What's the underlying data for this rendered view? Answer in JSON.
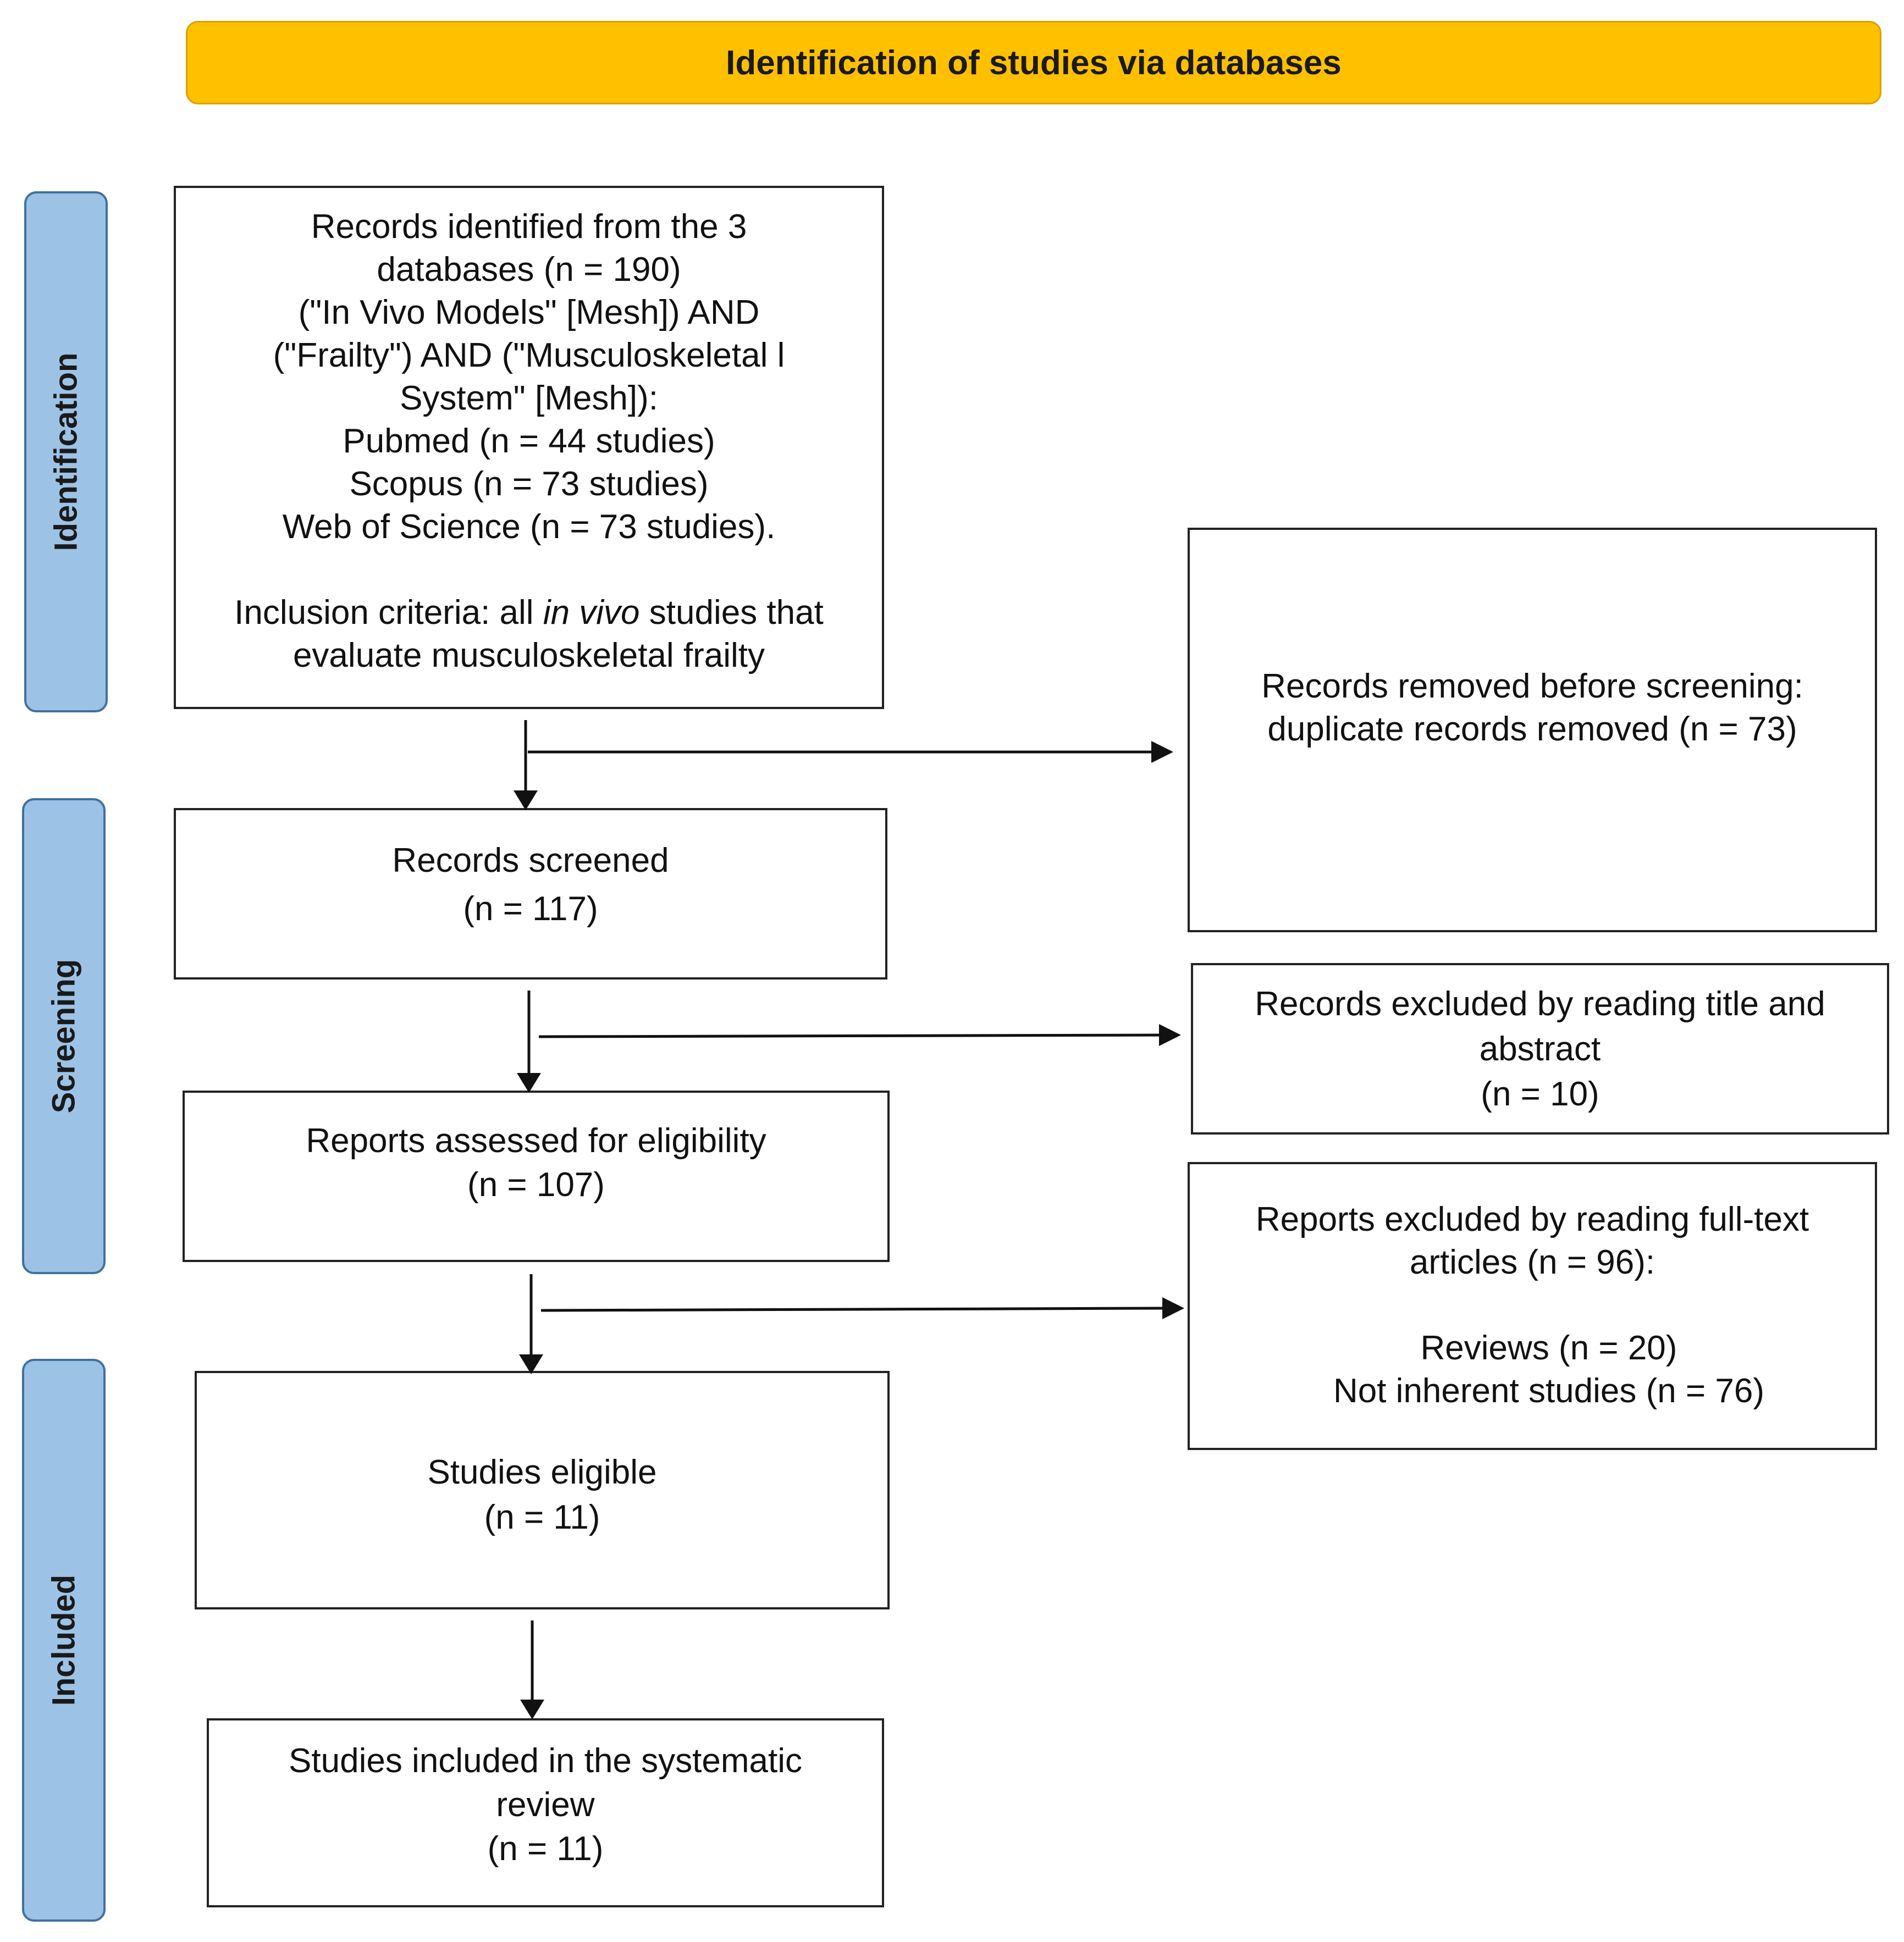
{
  "header": {
    "title": "Identification of studies via databases"
  },
  "phases": {
    "identification": "Identification",
    "screening": "Screening",
    "included": "Included"
  },
  "records_identified": {
    "line1": "Records identified from the 3",
    "line2": "databases (n = 190)",
    "line3": "(\"In Vivo Models\" [Mesh]) AND",
    "line4": "(\"Frailty\") AND (\"Musculoskeletal l",
    "line5": "System\" [Mesh]):",
    "line6": "Pubmed (n = 44 studies)",
    "line7": "Scopus (n = 73 studies)",
    "line8": "Web of Science (n = 73 studies).",
    "criteria_prefix": "Inclusion criteria: all ",
    "criteria_italic": "in vivo",
    "criteria_suffix": " studies that",
    "criteria_line2": "evaluate musculoskeletal frailty"
  },
  "records_removed": {
    "line1": "Records removed before screening:",
    "line2": "duplicate records removed (n = 73)"
  },
  "records_screened": {
    "line1": "Records screened",
    "line2": "(n = 117)"
  },
  "records_excluded": {
    "line1": "Records excluded by reading title and",
    "line2": "abstract",
    "line3": "(n = 10)"
  },
  "reports_assessed": {
    "line1": "Reports assessed for eligibility",
    "line2": "(n = 107)"
  },
  "reports_excluded": {
    "line1": "Reports excluded by reading full-text",
    "line2": "articles (n = 96):",
    "line3": "Reviews (n = 20)",
    "line4": "Not inherent studies (n = 76)"
  },
  "studies_eligible": {
    "line1": "Studies eligible",
    "line2": "(n = 11)"
  },
  "studies_included": {
    "line1": "Studies included in the systematic",
    "line2": "review",
    "line3": "(n = 11)"
  }
}
